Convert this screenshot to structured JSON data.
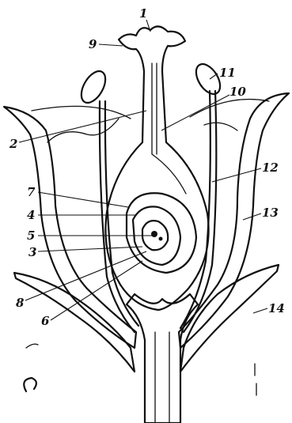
{
  "labels": [
    "1",
    "2",
    "3",
    "4",
    "5",
    "6",
    "7",
    "8",
    "9",
    "10",
    "11",
    "12",
    "13",
    "14"
  ],
  "colors": {
    "ink": "#111111",
    "stipple": "#9a9a9a",
    "paper": "#ffffff"
  }
}
